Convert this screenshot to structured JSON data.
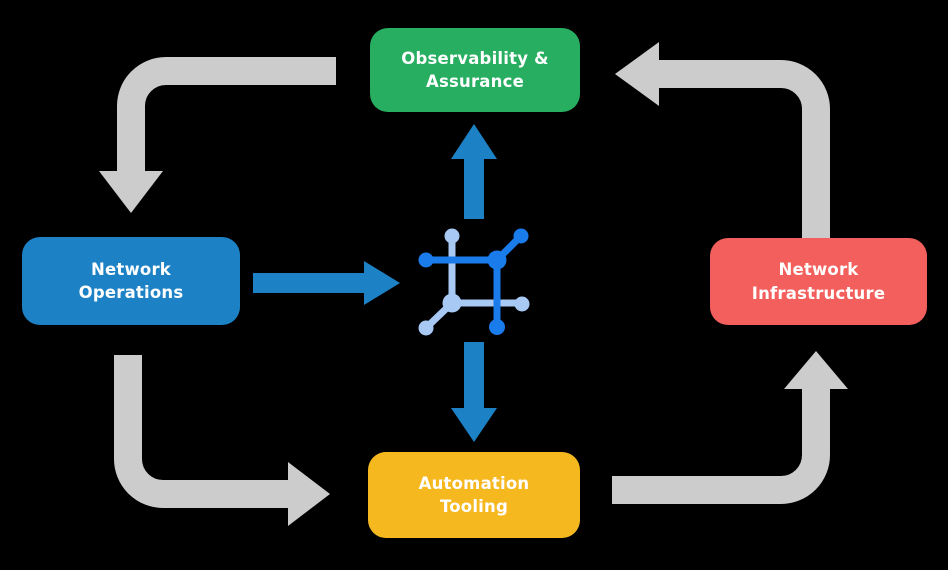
{
  "colors": {
    "background": "#000000",
    "arrow_gray": "#cccccc",
    "arrow_blue": "#1c81c5",
    "node_green": "#27ae60",
    "node_blue": "#1c81c5",
    "node_red": "#f25f5c",
    "node_yellow": "#f6b81f",
    "icon_dark": "#1a7ceb",
    "icon_light": "#a9c9f5",
    "text": "#ffffff"
  },
  "nodes": {
    "observability": {
      "line1": "Observability &",
      "line2": "Assurance",
      "color": "#27ae60"
    },
    "operations": {
      "line1": "Network",
      "line2": "Operations",
      "color": "#1c81c5"
    },
    "infrastructure": {
      "line1": "Network",
      "line2": "Infrastructure",
      "color": "#f25f5c"
    },
    "automation": {
      "line1": "Automation",
      "line2": "Tooling",
      "color": "#f6b81f"
    }
  },
  "center_icon": {
    "name": "network-mesh-icon",
    "dark_color": "#1a7ceb",
    "light_color": "#a9c9f5"
  },
  "arrows": {
    "cycle": [
      {
        "from": "observability",
        "to": "operations",
        "color": "#cccccc"
      },
      {
        "from": "operations",
        "to": "automation",
        "color": "#cccccc"
      },
      {
        "from": "automation",
        "to": "infrastructure",
        "color": "#cccccc"
      },
      {
        "from": "infrastructure",
        "to": "observability",
        "color": "#cccccc"
      }
    ],
    "center_links": [
      {
        "from": "operations",
        "to": "center-icon",
        "color": "#1c81c5"
      },
      {
        "from": "center-icon",
        "to": "observability",
        "color": "#1c81c5"
      },
      {
        "from": "center-icon",
        "to": "automation",
        "color": "#1c81c5"
      }
    ]
  }
}
